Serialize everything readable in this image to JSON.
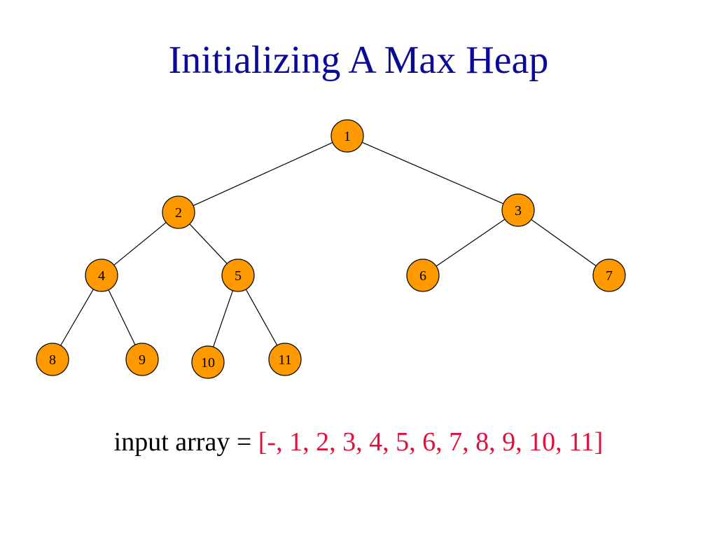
{
  "title": "Initializing A Max Heap",
  "colors": {
    "title": "#0a0a96",
    "node_fill": "#ff9900",
    "node_stroke": "#000000",
    "array_values": "#e0103c"
  },
  "tree": {
    "nodes": [
      {
        "id": "1",
        "label": "1"
      },
      {
        "id": "2",
        "label": "2"
      },
      {
        "id": "3",
        "label": "3"
      },
      {
        "id": "4",
        "label": "4"
      },
      {
        "id": "5",
        "label": "5"
      },
      {
        "id": "6",
        "label": "6"
      },
      {
        "id": "7",
        "label": "7"
      },
      {
        "id": "8",
        "label": "8"
      },
      {
        "id": "9",
        "label": "9"
      },
      {
        "id": "10",
        "label": "10"
      },
      {
        "id": "11",
        "label": "11"
      }
    ],
    "edges": [
      {
        "from": "1",
        "to": "2"
      },
      {
        "from": "1",
        "to": "3"
      },
      {
        "from": "2",
        "to": "4"
      },
      {
        "from": "2",
        "to": "5"
      },
      {
        "from": "3",
        "to": "6"
      },
      {
        "from": "3",
        "to": "7"
      },
      {
        "from": "4",
        "to": "8"
      },
      {
        "from": "4",
        "to": "9"
      },
      {
        "from": "5",
        "to": "10"
      },
      {
        "from": "5",
        "to": "11"
      }
    ]
  },
  "array": {
    "label": "input array = ",
    "values": "[-, 1, 2, 3, 4, 5, 6, 7, 8, 9, 10, 11]"
  }
}
